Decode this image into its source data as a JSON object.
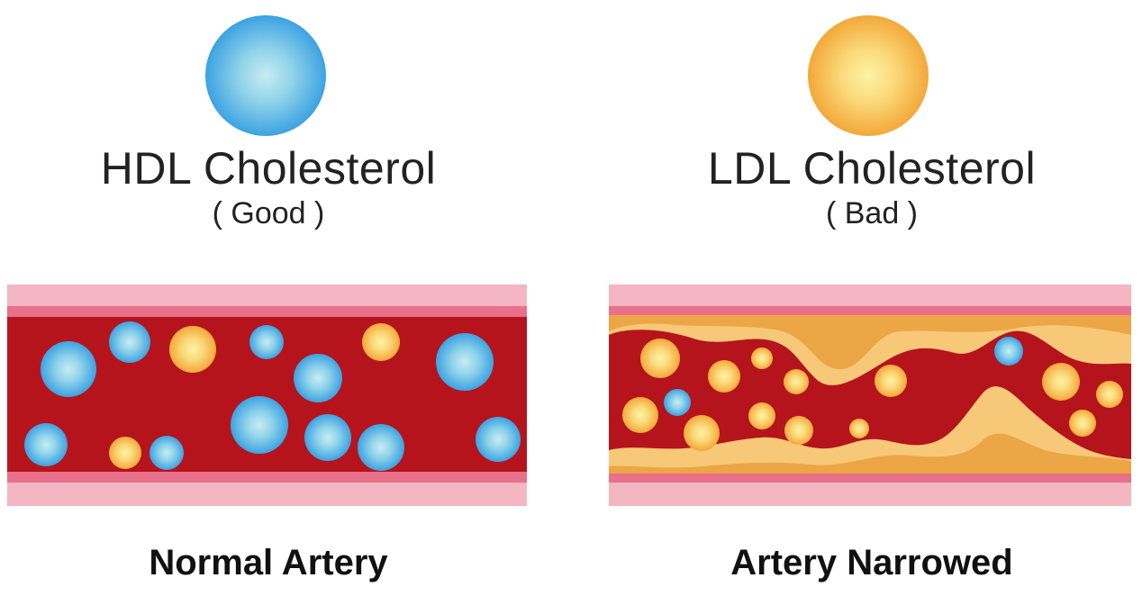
{
  "left": {
    "title": "HDL Cholesterol",
    "subtitle": "( Good )",
    "caption": "Normal Artery",
    "particle_color": "#4fb3e8"
  },
  "right": {
    "title": "LDL Cholesterol",
    "subtitle": "( Bad )",
    "caption": "Artery Narrowed",
    "particle_color": "#f8c94a"
  },
  "colors": {
    "vessel_outer": "#f3b6c2",
    "vessel_inner": "#e9708a",
    "blood": "#b5141c",
    "plaque_light": "#f7c877",
    "plaque_dark": "#eca645"
  }
}
